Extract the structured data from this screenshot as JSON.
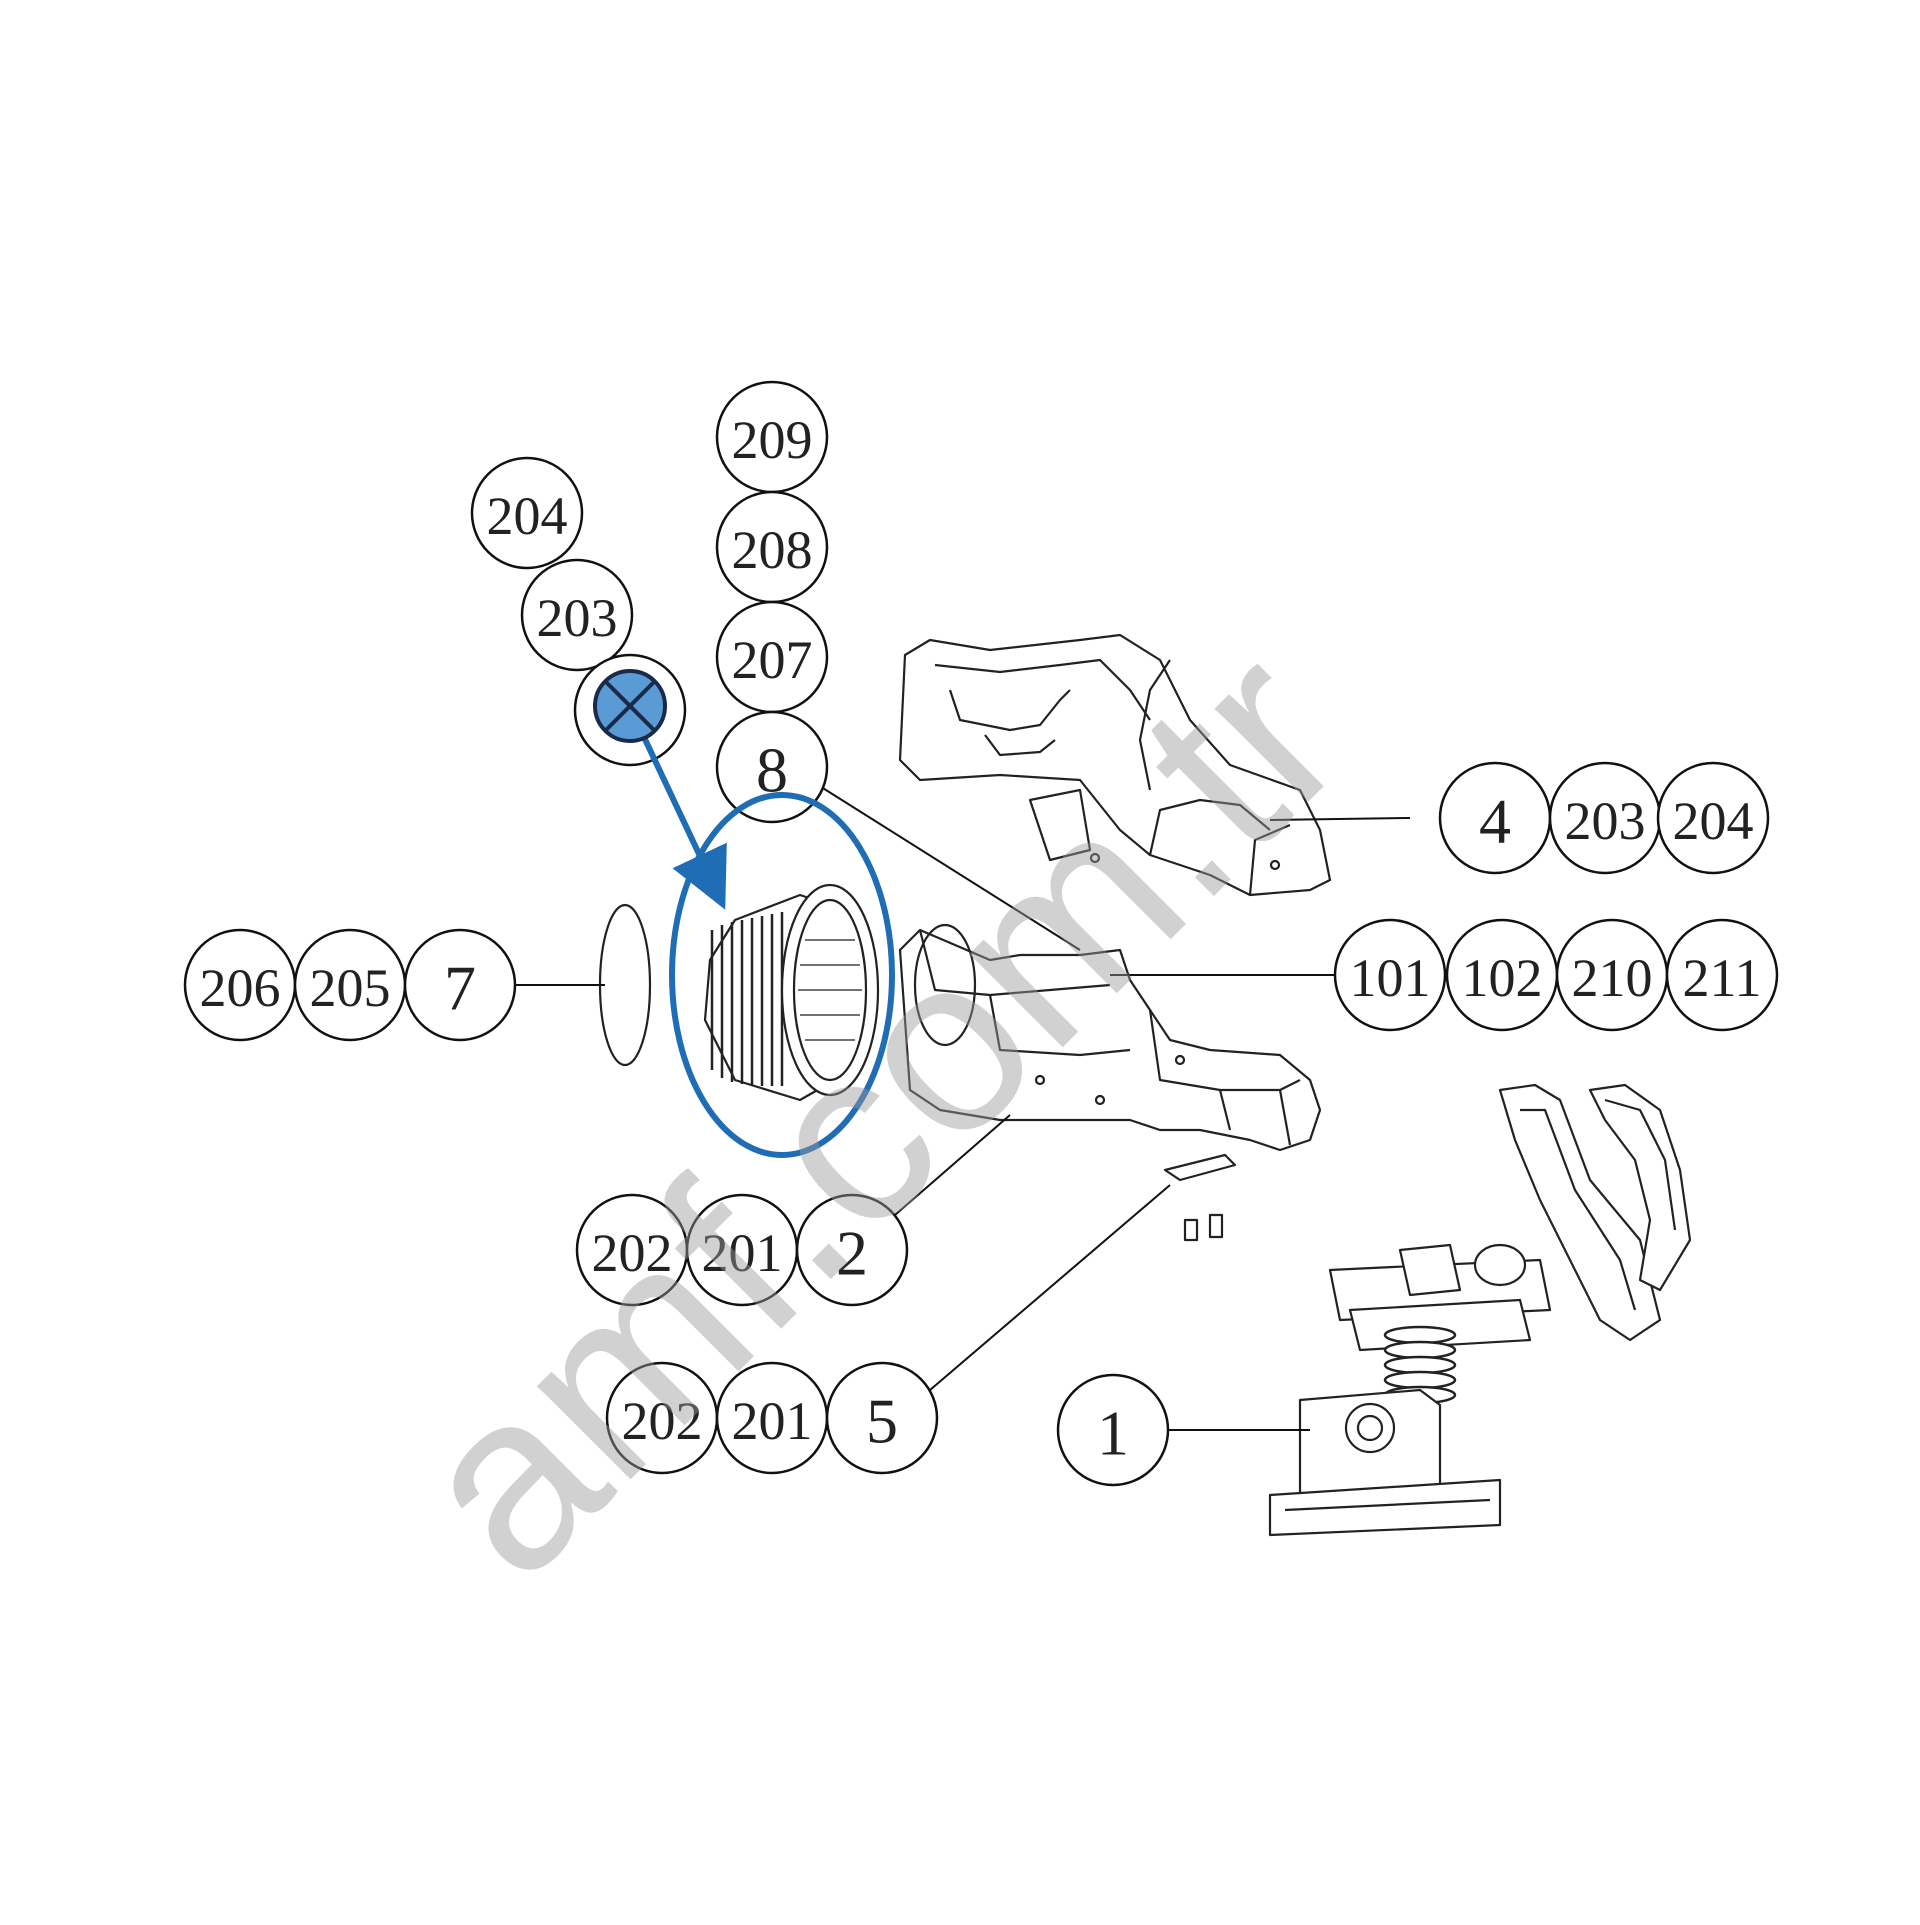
{
  "colors": {
    "highlight": "#1f6db5",
    "marker_fill": "#5b9bd5",
    "line": "#111111",
    "watermark": "#9a9a9a"
  },
  "watermark": {
    "text": "amf.com.tr"
  },
  "callouts": {
    "c209": "209",
    "c208": "208",
    "c207": "207",
    "c8": "8",
    "c204a": "204",
    "c203a": "203",
    "c4": "4",
    "c203b": "203",
    "c204b": "204",
    "c206": "206",
    "c205": "205",
    "c7": "7",
    "c101": "101",
    "c102": "102",
    "c210": "210",
    "c211": "211",
    "c202a": "202",
    "c201a": "201",
    "c2": "2",
    "c202b": "202",
    "c201b": "201",
    "c5": "5",
    "c1": "1"
  },
  "icons": {
    "selection_marker": "x-in-circle-icon"
  }
}
